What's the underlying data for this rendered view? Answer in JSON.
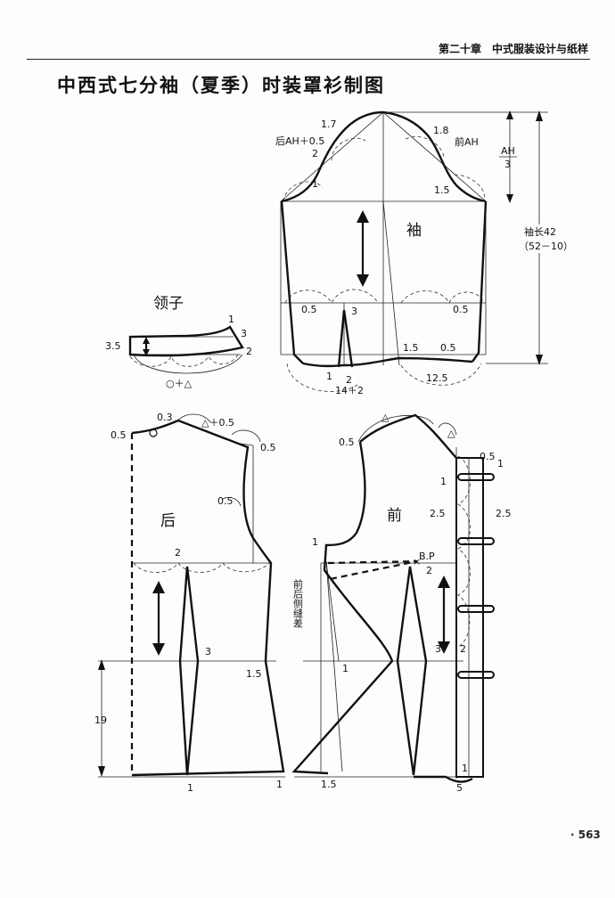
{
  "header": {
    "chapter": "第二十章　中式服装设计与纸样"
  },
  "title": "中西式七分袖（夏季）时装罩衫制图",
  "page_number": "· 563",
  "sleeve": {
    "name": "袖",
    "back_ah": "后AH＋0.5",
    "front_ah": "前AH",
    "cap_ratio_num": "AH",
    "cap_ratio_den": "3",
    "length": "袖长42",
    "length_formula": "（52－10）",
    "hem_width": "14＋2",
    "hem_right": "12.5",
    "m_1_7": "1.7",
    "m_1_8": "1.8",
    "m_2": "2",
    "m_1": "1",
    "m_1_5": "1.5",
    "m_0_5": "0.5",
    "m_3": "3"
  },
  "collar": {
    "name": "领子",
    "height": "3.5",
    "length": "○＋△",
    "m_1": "1",
    "m_3": "3",
    "m_2": "2"
  },
  "back": {
    "name": "后",
    "neck_width": "0.3",
    "shoulder": "△＋0.5",
    "m_0_5": "0.5",
    "m_2": "2",
    "m_3": "3",
    "m_1_5": "1.5",
    "m_1": "1",
    "hip_depth": "19"
  },
  "front": {
    "name": "前",
    "shoulder": "△",
    "bp": "B.P",
    "side_diff": "前后侧缝差",
    "m_0_5": "0.5",
    "m_1": "1",
    "m_2": "2",
    "m_2_5": "2.5",
    "m_3": "3",
    "m_1_5": "1.5",
    "m_5": "5"
  }
}
